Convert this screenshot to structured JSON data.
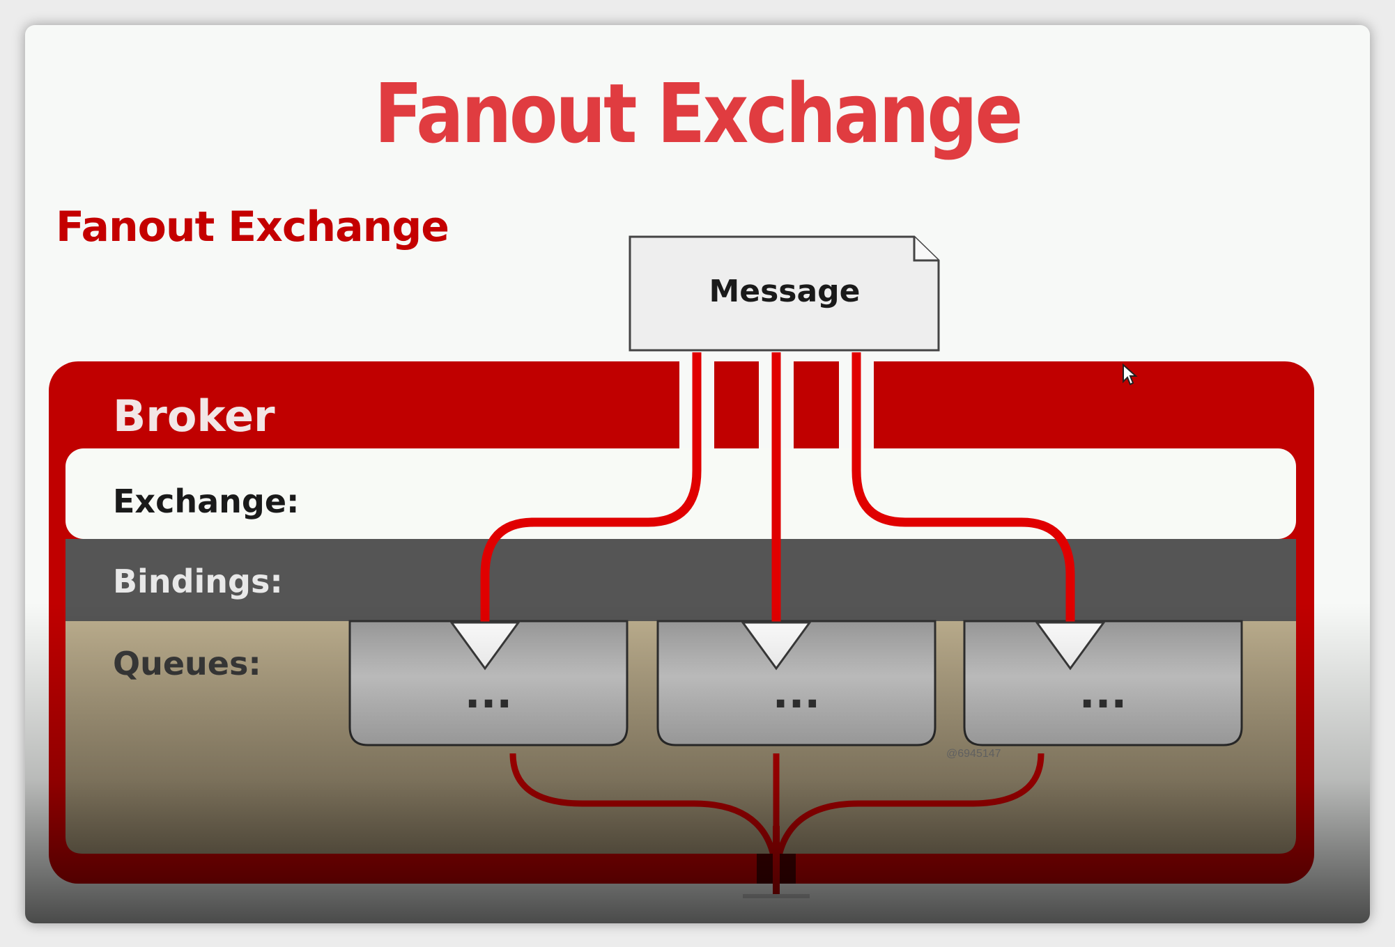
{
  "slide": {
    "title": "Fanout Exchange",
    "subtitle": "Fanout Exchange"
  },
  "diagram": {
    "message_label": "Message",
    "broker_label": "Broker",
    "rows": {
      "exchange": "Exchange:",
      "bindings": "Bindings:",
      "queues": "Queues:"
    },
    "queues": [
      {
        "label": "..."
      },
      {
        "label": "..."
      },
      {
        "label": "..."
      }
    ],
    "watermark": "@6945147"
  },
  "colors": {
    "title": "#e03c40",
    "accent_red": "#c40000",
    "broker_red": "#c00000",
    "bindings_gray": "#555555",
    "queues_tan": "#a89a7e",
    "queue_box": "#c4c4c4",
    "message_box": "#eeeeee"
  }
}
